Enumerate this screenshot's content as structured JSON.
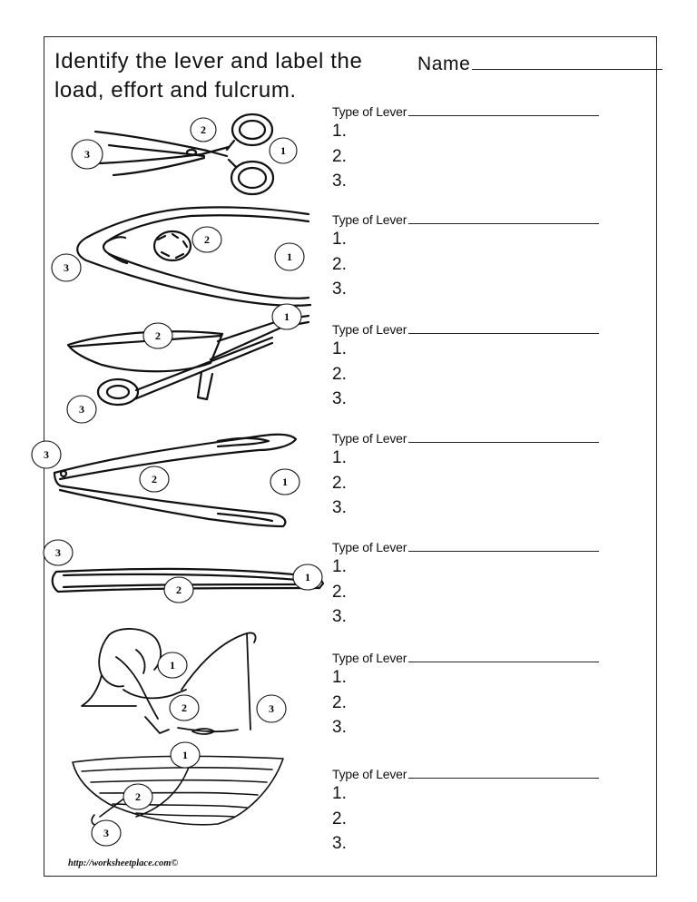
{
  "title": "Identify the lever and label the load, effort and fulcrum.",
  "name_label": "Name",
  "rows": [
    {
      "type_label": "Type of Lever",
      "items": [
        "1.",
        "2.",
        "3."
      ],
      "picture": "scissors",
      "callouts": [
        "1",
        "2",
        "3"
      ]
    },
    {
      "type_label": "Type of Lever",
      "items": [
        "1.",
        "2.",
        "3."
      ],
      "picture": "nutcracker",
      "callouts": [
        "1",
        "2",
        "3"
      ]
    },
    {
      "type_label": "Type of Lever",
      "items": [
        "1.",
        "2.",
        "3."
      ],
      "picture": "wheelbarrow",
      "callouts": [
        "1",
        "2",
        "3"
      ]
    },
    {
      "type_label": "Type of Lever",
      "items": [
        "1.",
        "2.",
        "3."
      ],
      "picture": "tongs",
      "callouts": [
        "1",
        "2",
        "3"
      ]
    },
    {
      "type_label": "Type of Lever",
      "items": [
        "1.",
        "2.",
        "3."
      ],
      "picture": "tweezers",
      "callouts": [
        "1",
        "2",
        "3"
      ]
    },
    {
      "type_label": "Type of Lever",
      "items": [
        "1.",
        "2.",
        "3."
      ],
      "picture": "fishing-girl",
      "callouts": [
        "1",
        "2",
        "3"
      ]
    },
    {
      "type_label": "Type of Lever",
      "items": [
        "1.",
        "2.",
        "3."
      ],
      "picture": "rowboat",
      "callouts": [
        "1",
        "2",
        "3"
      ]
    }
  ],
  "footer": "http://worksheetplace.com©"
}
